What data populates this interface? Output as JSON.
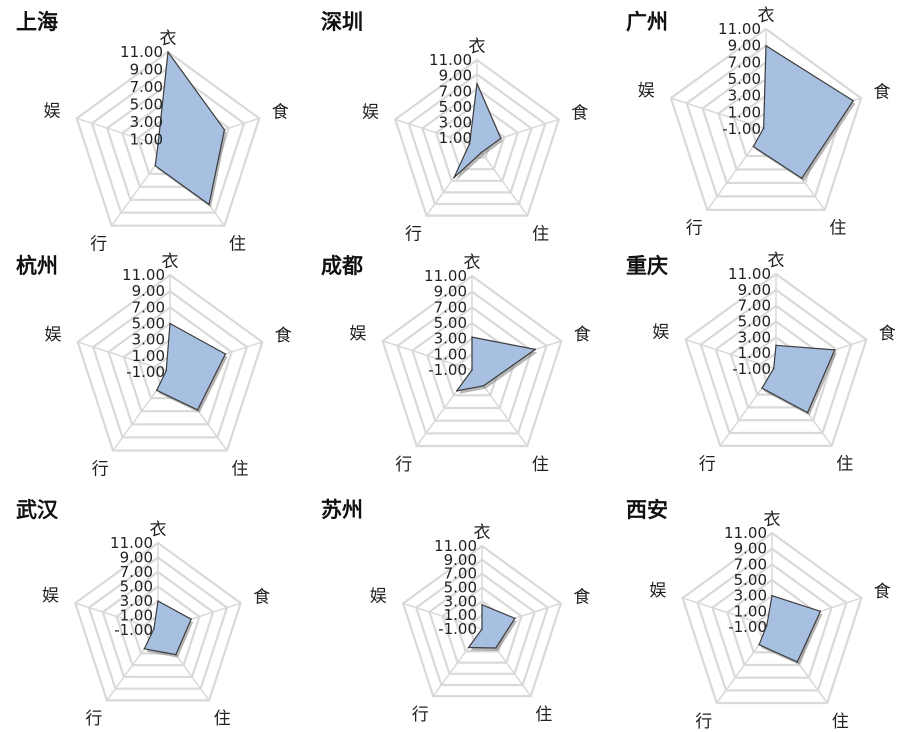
{
  "chart_data": [
    {
      "type": "radar",
      "title": "上海",
      "categories": [
        "衣",
        "食",
        "住",
        "行",
        "娱"
      ],
      "ticks": [
        "11.00",
        "9.00",
        "7.00",
        "5.00",
        "3.00",
        "1.00"
      ],
      "rlim": [
        0,
        11
      ],
      "values": [
        11.0,
        6.8,
        8.0,
        2.5,
        1.2
      ],
      "fill_color": "#a7c0e2"
    },
    {
      "type": "radar",
      "title": "深圳",
      "categories": [
        "衣",
        "食",
        "住",
        "行",
        "娱"
      ],
      "ticks": [
        "11.00",
        "9.00",
        "7.00",
        "5.00",
        "3.00",
        "1.00"
      ],
      "rlim": [
        0,
        11
      ],
      "values": [
        8.0,
        3.2,
        1.0,
        5.0,
        1.0
      ],
      "fill_color": "#a7c0e2"
    },
    {
      "type": "radar",
      "title": "广州",
      "categories": [
        "衣",
        "食",
        "住",
        "行",
        "娱"
      ],
      "ticks": [
        "11.00",
        "9.00",
        "7.00",
        "5.00",
        "3.00",
        "1.00",
        "-1.00"
      ],
      "rlim": [
        -1,
        11
      ],
      "values": [
        9.0,
        10.0,
        6.3,
        1.6,
        -0.7
      ],
      "fill_color": "#a7c0e2"
    },
    {
      "type": "radar",
      "title": "杭州",
      "categories": [
        "衣",
        "食",
        "住",
        "行",
        "娱"
      ],
      "ticks": [
        "11.00",
        "9.00",
        "7.00",
        "5.00",
        "3.00",
        "1.00",
        "-1.00"
      ],
      "rlim": [
        -1,
        11
      ],
      "values": [
        5.0,
        6.2,
        4.8,
        1.8,
        -0.5
      ],
      "fill_color": "#a7c0e2"
    },
    {
      "type": "radar",
      "title": "成都",
      "categories": [
        "衣",
        "食",
        "住",
        "行",
        "娱"
      ],
      "ticks": [
        "11.00",
        "9.00",
        "7.00",
        "5.00",
        "3.00",
        "1.00",
        "-1.00"
      ],
      "rlim": [
        -1,
        11
      ],
      "values": [
        3.2,
        7.5,
        1.5,
        2.3,
        -1.0
      ],
      "fill_color": "#a7c0e2"
    },
    {
      "type": "radar",
      "title": "重庆",
      "categories": [
        "衣",
        "食",
        "住",
        "行",
        "娱"
      ],
      "ticks": [
        "11.00",
        "9.00",
        "7.00",
        "5.00",
        "3.00",
        "1.00",
        "-1.00"
      ],
      "rlim": [
        -1,
        11
      ],
      "values": [
        2.0,
        6.8,
        5.8,
        2.0,
        -0.7
      ],
      "fill_color": "#a7c0e2"
    },
    {
      "type": "radar",
      "title": "武汉",
      "categories": [
        "衣",
        "食",
        "住",
        "行",
        "娱"
      ],
      "ticks": [
        "11.00",
        "9.00",
        "7.00",
        "5.00",
        "3.00",
        "1.00",
        "-1.00"
      ],
      "rlim": [
        -1,
        11
      ],
      "values": [
        3.0,
        3.8,
        3.2,
        2.2,
        -0.4
      ],
      "fill_color": "#a7c0e2"
    },
    {
      "type": "radar",
      "title": "苏州",
      "categories": [
        "衣",
        "食",
        "住",
        "行",
        "娱"
      ],
      "ticks": [
        "11.00",
        "9.00",
        "7.00",
        "5.00",
        "3.00",
        "1.00",
        "-1.00"
      ],
      "rlim": [
        -1,
        11
      ],
      "values": [
        2.5,
        4.0,
        2.4,
        2.3,
        -1.0
      ],
      "fill_color": "#a7c0e2"
    },
    {
      "type": "radar",
      "title": "西安",
      "categories": [
        "衣",
        "食",
        "住",
        "行",
        "娱"
      ],
      "ticks": [
        "11.00",
        "9.00",
        "7.00",
        "5.00",
        "3.00",
        "1.00",
        "-1.00"
      ],
      "rlim": [
        -1,
        11
      ],
      "values": [
        3.0,
        5.5,
        4.5,
        1.8,
        -0.3
      ],
      "fill_color": "#a7c0e2"
    }
  ]
}
